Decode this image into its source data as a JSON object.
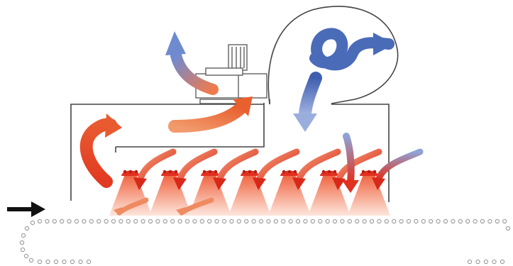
{
  "diagram": {
    "description_visible_text": "",
    "components": [
      {
        "id": "oven-housing",
        "icon": "enclosure"
      },
      {
        "id": "exhaust-fan",
        "icon": "fan-motor"
      },
      {
        "id": "recirculation-blower",
        "icon": "scroll-blower"
      },
      {
        "id": "air-plenum",
        "icon": "duct"
      },
      {
        "id": "nozzle-row",
        "icon": "jet-nozzles",
        "count": 7
      },
      {
        "id": "conveyor-belt",
        "icon": "mesh-belt"
      },
      {
        "id": "infeed-arrow",
        "icon": "arrow-right"
      }
    ],
    "colors": {
      "cool_air": "#4a6fb8",
      "hot_air": "#e8452c",
      "warm_air": "#f07a40",
      "nozzle": "#e23020",
      "jet_top": "#f26a4a",
      "jet_bottom": "#fde3d8",
      "outline": "#444444",
      "belt_dot": "#9a9a9a"
    }
  }
}
